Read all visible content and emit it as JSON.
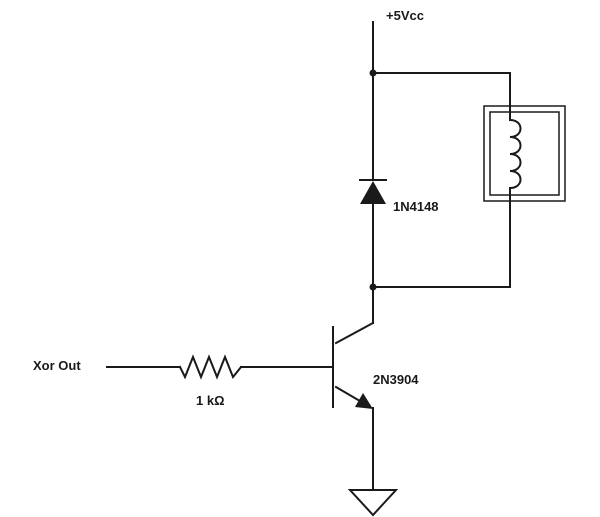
{
  "labels": {
    "supply": "+5Vcc",
    "diode": "1N4148",
    "transistor": "2N3904",
    "resistor": "1 kΩ",
    "input": "Xor Out"
  }
}
